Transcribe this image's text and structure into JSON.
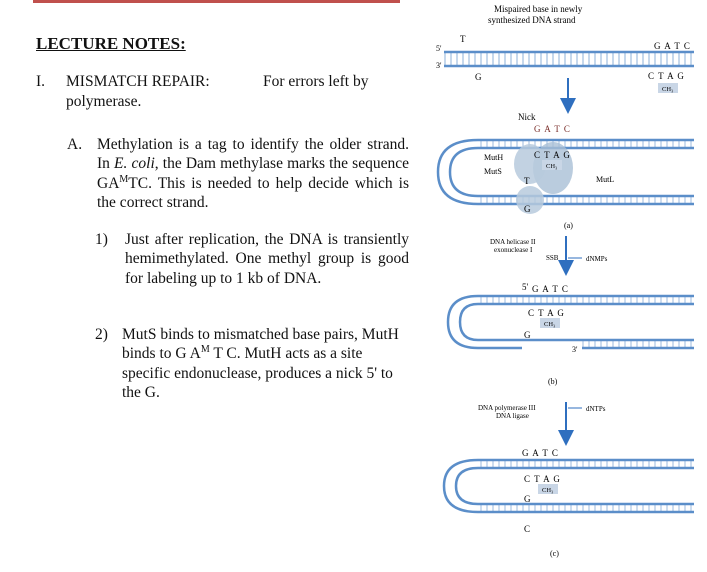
{
  "title": "LECTURE NOTES:",
  "section": {
    "number": "I.",
    "heading": "MISMATCH REPAIR:",
    "subtitle_a": "For errors left by",
    "subtitle_b": "polymerase."
  },
  "point_a": {
    "label": "A.",
    "text_1": "Methylation is a tag to identify the older strand. In ",
    "italic": "E. coli",
    "text_2": ", the Dam methylase marks the sequence GA",
    "sup": "M",
    "text_3": "TC. This is needed to help decide which is the correct strand."
  },
  "point_1": {
    "label": "1)",
    "text": "Just after replication, the DNA is transiently hemimethylated. One methyl group is good for labeling up to 1 kb of DNA."
  },
  "point_2": {
    "label": "2)",
    "text_1": "MutS binds to mismatched base pairs, MutH binds to G A",
    "sup": "M",
    "text_2": " T C. MutH acts as a site specific endonuclease, produces a nick 5' to the G."
  },
  "figure": {
    "caption_top_1": "Mispaired base in newly",
    "caption_top_2": "synthesized DNA strand",
    "five_prime": "5'",
    "three_prime": "3'",
    "seq_top": "G A T C",
    "seq_bottom": "C T A G",
    "base_t": "T",
    "base_g": "G",
    "base_c": "C",
    "methyl": "CH₃",
    "nick": "Nick",
    "muth": "MutH",
    "muts": "MutS",
    "mutl": "MutL",
    "label_a": "(a)",
    "label_b": "(b)",
    "label_c": "(c)",
    "enzymes_b_1": "DNA helicase II",
    "enzymes_b_2": "exonuclease I",
    "enzymes_b_3": "SSB",
    "dnmps": "dNMPs",
    "enzymes_c_1": "DNA polymerase III",
    "enzymes_c_2": "DNA ligase",
    "dntps": "dNTPs",
    "colors": {
      "strand": "#5b8ec9",
      "strand_fill": "#dce9f7",
      "protein": "#a9bfd6",
      "arrow": "#2f6fbf",
      "accent": "#c0504d"
    }
  }
}
